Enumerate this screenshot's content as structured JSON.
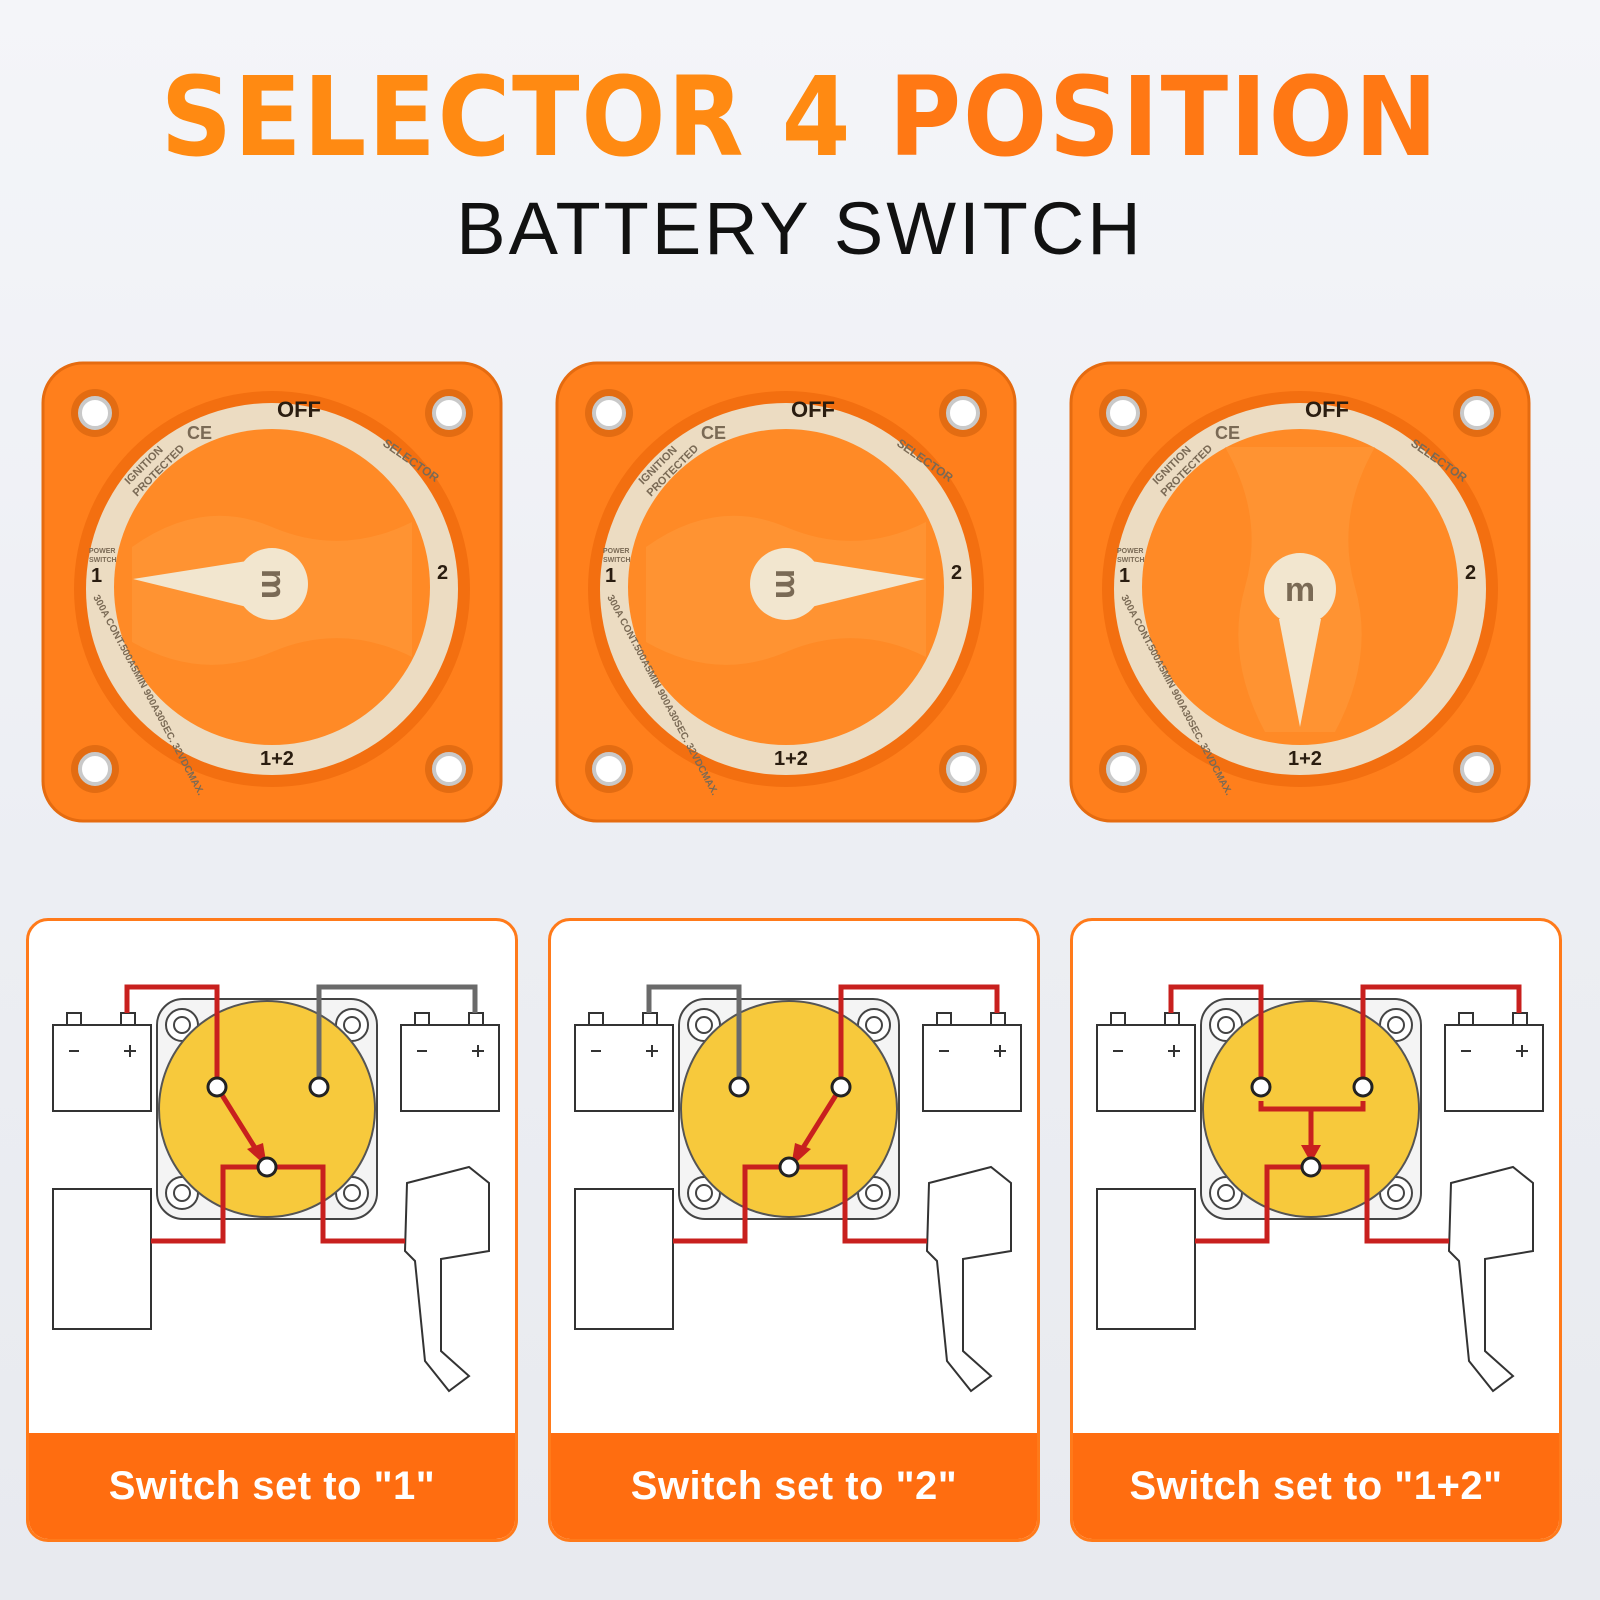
{
  "header": {
    "title_part1": "SELECTOR 4",
    "title_part2": "POSITION",
    "subtitle": "BATTERY SWITCH"
  },
  "dial": {
    "off": "OFF",
    "pos1": "1",
    "pos2": "2",
    "pos12": "1+2",
    "ce": "CE",
    "selector": "SELECTOR",
    "ignition": "IGNITION",
    "protected": "PROTECTED",
    "power": "POWER",
    "switch_word": "SWITCH",
    "rating": "300A CONT.500A5MIN 900A30SEC. 32VDCMAX.",
    "logo": "m"
  },
  "switches": [
    {
      "position": "1"
    },
    {
      "position": "2"
    },
    {
      "position": "1+2"
    }
  ],
  "cards": [
    {
      "caption": "Switch set to \"1\""
    },
    {
      "caption": "Switch set to \"2\""
    },
    {
      "caption": "Switch set to \"1+2\""
    }
  ],
  "colors": {
    "orange": "#ff7a1a",
    "caption_orange": "#ff6d10",
    "dial_yellow": "#f7c93c",
    "wire_red": "#c8201e",
    "wire_gray": "#6a6a6a"
  }
}
